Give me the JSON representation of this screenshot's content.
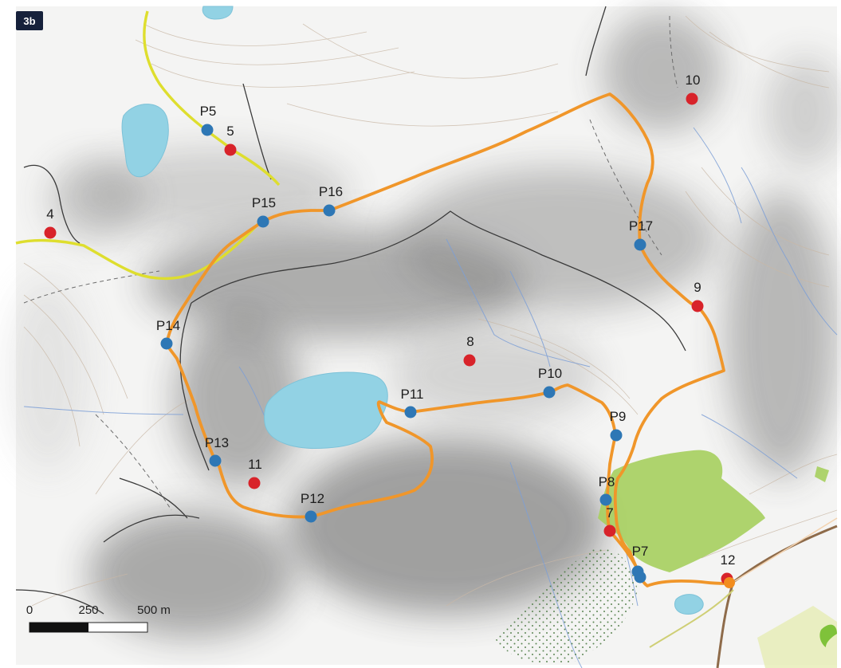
{
  "badge": {
    "text": "3b"
  },
  "colors": {
    "route": "#f0962a",
    "boundary": "#dede2e",
    "water": "#92d2e4",
    "forest": "#a6cf5e",
    "point_blue": "#2e77b5",
    "point_red": "#d8232a",
    "point_orange": "#f28c1e",
    "badge_bg": "#16213b"
  },
  "points": [
    {
      "label": "P5"
    },
    {
      "label": "P7"
    },
    {
      "label": "P8"
    },
    {
      "label": "P9"
    },
    {
      "label": "P10"
    },
    {
      "label": "P11"
    },
    {
      "label": "P12"
    },
    {
      "label": "P13"
    },
    {
      "label": "P14"
    },
    {
      "label": "P15"
    },
    {
      "label": "P16"
    },
    {
      "label": "P17"
    }
  ],
  "sites": [
    {
      "label": "4"
    },
    {
      "label": "5"
    },
    {
      "label": "7"
    },
    {
      "label": "8"
    },
    {
      "label": "9"
    },
    {
      "label": "10"
    },
    {
      "label": "11"
    },
    {
      "label": "12"
    }
  ],
  "scale": {
    "labels": [
      "0",
      "250",
      "500 m"
    ]
  }
}
